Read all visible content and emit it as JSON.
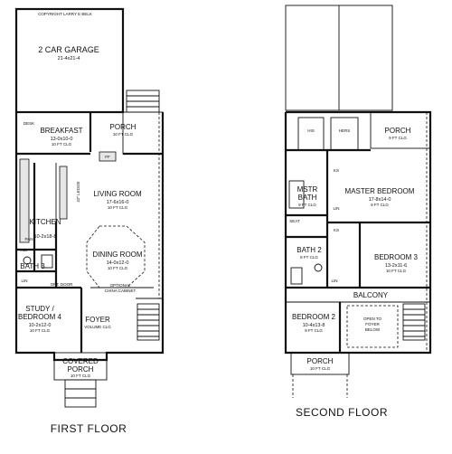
{
  "copyright": "COPYRIGHT LARRY E BELK",
  "first_floor": {
    "title": "FIRST FLOOR",
    "garage": {
      "name": "2 CAR GARAGE",
      "dims": "21-4x21-4"
    },
    "breakfast": {
      "name": "BREAKFAST",
      "dims": "13-0x10-0",
      "clg": "10 FT CLG"
    },
    "porch": {
      "name": "PORCH",
      "clg": "10 FT CLG"
    },
    "living": {
      "name": "LIVING ROOM",
      "dims": "17-6x16-0",
      "clg": "10 FT CLG"
    },
    "kitchen": {
      "name": "KITCHEN",
      "dims": "10-2x18-8"
    },
    "dining": {
      "name": "DINING ROOM",
      "dims": "14-0x12-0",
      "clg": "10 FT CLG"
    },
    "bath": {
      "name": "BATH 3"
    },
    "study": {
      "name_line1": "STUDY /",
      "name_line2": "BEDROOM 4",
      "dims": "10-2x12-0",
      "clg": "10 FT CLG"
    },
    "foyer": {
      "name": "FOYER",
      "clg": "VOLUME CLG"
    },
    "covered_porch": {
      "name_line1": "COVERED",
      "name_line2": "PORCH",
      "clg": "10 FT CLG"
    },
    "labels": {
      "desk": "DESK",
      "ff": "FF",
      "ledge": "42\" LEDGE",
      "pan": "PAN",
      "ref": "REF",
      "lin": "LIN",
      "opt_door": "OPT. DOOR",
      "optional": "OPTIONAL",
      "china_cabinet": "CHINA CABINET"
    }
  },
  "second_floor": {
    "title": "SECOND FLOOR",
    "porch_top": {
      "name": "PORCH",
      "clg": "9 FT CLG"
    },
    "master_bedroom": {
      "name": "MASTER BEDROOM",
      "dims": "17-8x14-0",
      "clg": "9 FT CLG"
    },
    "master_bath": {
      "name_line1": "MSTR",
      "name_line2": "BATH",
      "clg": "9 FT CLG"
    },
    "bath2": {
      "name": "BATH 2",
      "clg": "8 FT CLG"
    },
    "bedroom3": {
      "name": "BEDROOM 3",
      "dims": "13-2x11-6",
      "clg": "10 FT CLG"
    },
    "balcony": {
      "name": "BALCONY"
    },
    "bedroom2": {
      "name": "BEDROOM 2",
      "dims": "10-4x13-8",
      "clg": "9 FT CLG"
    },
    "open_foyer": {
      "line1": "OPEN TO",
      "line2": "FOYER",
      "line3": "BELOW"
    },
    "porch_bottom": {
      "name": "PORCH",
      "clg": "10 FT CLG"
    },
    "labels": {
      "his": "HIS",
      "hers": "HERS",
      "ks": "KS",
      "lin": "LIN",
      "seat": "SEAT"
    }
  }
}
